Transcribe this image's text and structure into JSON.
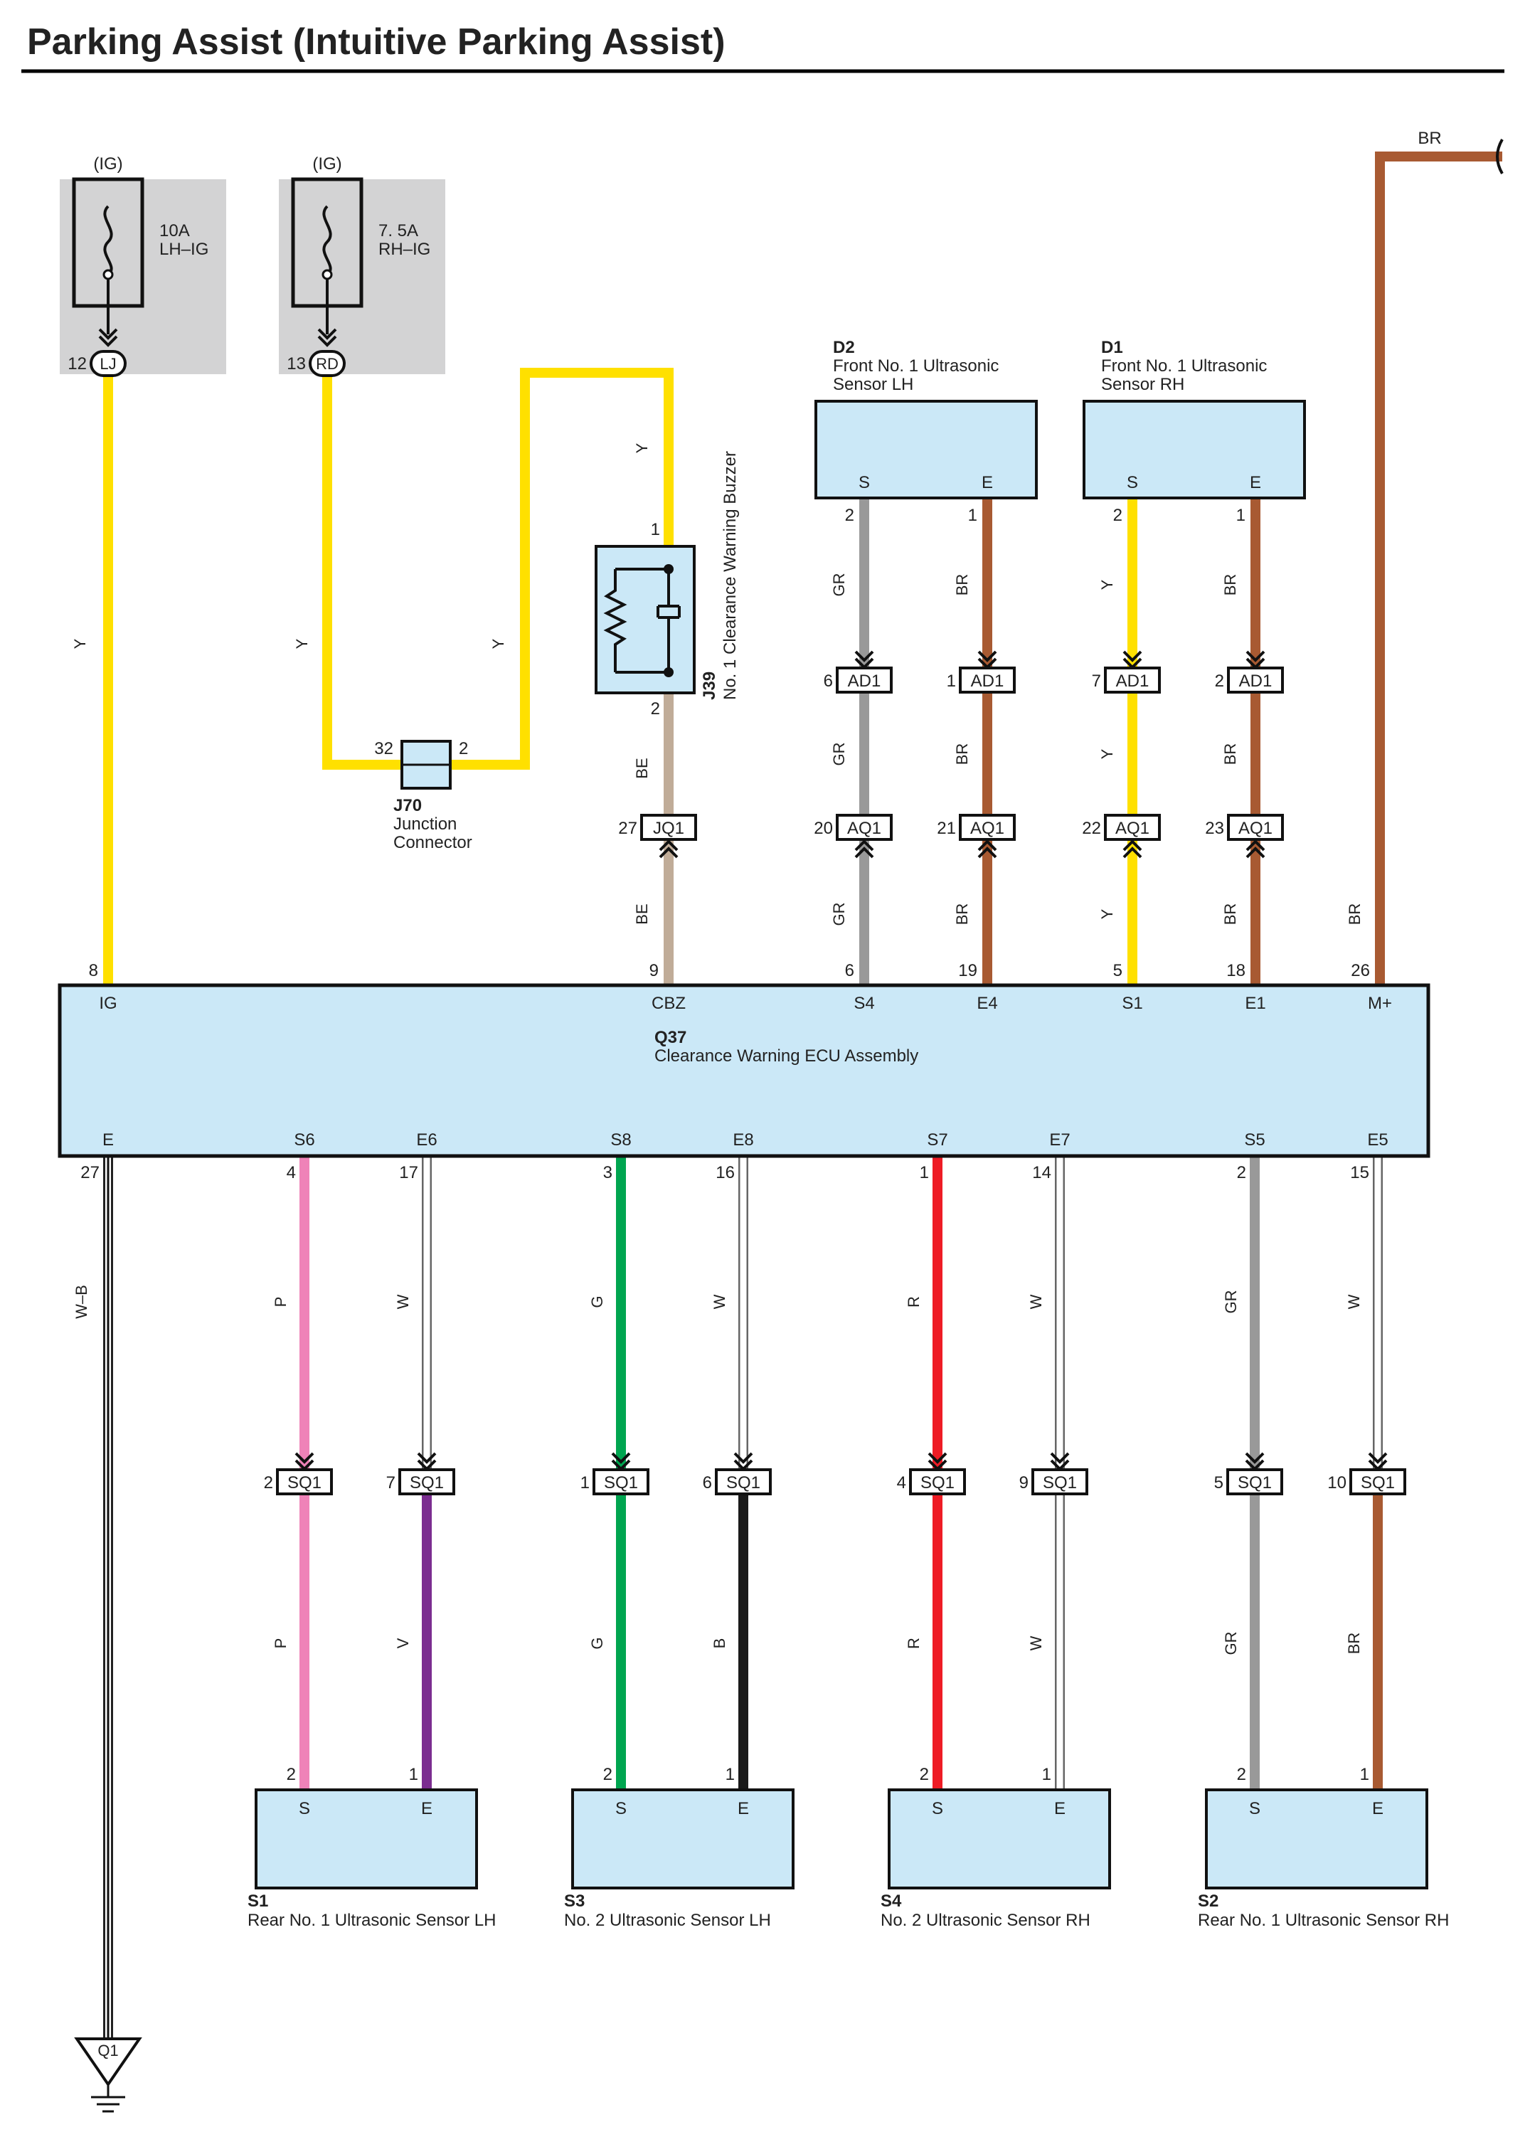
{
  "title": "Parking Assist (Intuitive Parking Assist)",
  "colors": {
    "Y": "#ffe000",
    "BR": "#a85a32",
    "GR": "#999999",
    "BE": "#c0ac98",
    "P": "#ef82b8",
    "W": "#ffffff",
    "G": "#00a550",
    "R": "#ee1c25",
    "B": "#1a1a1a",
    "V": "#7b2d90",
    "box": "#cbe8f7",
    "fuse_bg": "#d3d3d4"
  },
  "fuses": [
    {
      "ig": "(IG)",
      "rating": "10A",
      "name": "LH–IG",
      "pin": "12",
      "conn": "LJ"
    },
    {
      "ig": "(IG)",
      "rating": "7. 5A",
      "name": "RH–IG",
      "pin": "13",
      "conn": "RD"
    }
  ],
  "junction": {
    "id": "J70",
    "name_line1": "Junction",
    "name_line2": "Connector",
    "pin_left": "32",
    "pin_right": "2"
  },
  "buzzer": {
    "id": "J39",
    "name": "No. 1 Clearance Warning Buzzer",
    "pin_top": "1",
    "pin_bottom": "2"
  },
  "buzzer_connector": {
    "pin": "27",
    "conn": "JQ1"
  },
  "front_sensors": [
    {
      "id": "D2",
      "name_line1": "Front No. 1 Ultrasonic",
      "name_line2": "Sensor LH",
      "terminals": [
        {
          "t": "S",
          "pin": "2",
          "wire": "GR",
          "ad_pin": "6",
          "aq_pin": "20",
          "ecu_pin": "6",
          "ecu_term": "S4"
        },
        {
          "t": "E",
          "pin": "1",
          "wire": "BR",
          "ad_pin": "1",
          "aq_pin": "21",
          "ecu_pin": "19",
          "ecu_term": "E4"
        }
      ]
    },
    {
      "id": "D1",
      "name_line1": "Front No. 1 Ultrasonic",
      "name_line2": "Sensor RH",
      "terminals": [
        {
          "t": "S",
          "pin": "2",
          "wire": "Y",
          "ad_pin": "7",
          "aq_pin": "22",
          "ecu_pin": "5",
          "ecu_term": "S1"
        },
        {
          "t": "E",
          "pin": "1",
          "wire": "BR",
          "ad_pin": "2",
          "aq_pin": "23",
          "ecu_pin": "18",
          "ecu_term": "E1"
        }
      ]
    }
  ],
  "ad_conn": "AD1",
  "aq_conn": "AQ1",
  "sq_conn": "SQ1",
  "ecu": {
    "id": "Q37",
    "name": "Clearance Warning ECU Assembly",
    "top_terms": [
      {
        "t": "IG",
        "pin": "8"
      },
      {
        "t": "CBZ",
        "pin": "9"
      },
      {
        "t": "M+",
        "pin": "26"
      }
    ],
    "bottom_terms": [
      {
        "t": "E",
        "pin": "27"
      },
      {
        "t": "S6",
        "pin": "4"
      },
      {
        "t": "E6",
        "pin": "17"
      },
      {
        "t": "S8",
        "pin": "3"
      },
      {
        "t": "E8",
        "pin": "16"
      },
      {
        "t": "S7",
        "pin": "1"
      },
      {
        "t": "E7",
        "pin": "14"
      },
      {
        "t": "S5",
        "pin": "2"
      },
      {
        "t": "E5",
        "pin": "15"
      }
    ]
  },
  "mplus_wire": "BR",
  "ground_wire": "W–B",
  "ground_id": "Q1",
  "rear_sensors": [
    {
      "id": "S1",
      "name": "Rear No.  1 Ultrasonic Sensor LH",
      "s": {
        "wire_top": "P",
        "sq_pin": "2",
        "wire_bot": "P",
        "pin": "2"
      },
      "e": {
        "wire_top": "W",
        "sq_pin": "7",
        "wire_bot": "V",
        "pin": "1"
      }
    },
    {
      "id": "S3",
      "name": "No.  2 Ultrasonic Sensor LH",
      "s": {
        "wire_top": "G",
        "sq_pin": "1",
        "wire_bot": "G",
        "pin": "2"
      },
      "e": {
        "wire_top": "W",
        "sq_pin": "6",
        "wire_bot": "B",
        "pin": "1"
      }
    },
    {
      "id": "S4",
      "name": "No.  2 Ultrasonic Sensor RH",
      "s": {
        "wire_top": "R",
        "sq_pin": "4",
        "wire_bot": "R",
        "pin": "2"
      },
      "e": {
        "wire_top": "W",
        "sq_pin": "9",
        "wire_bot": "W",
        "pin": "1"
      }
    },
    {
      "id": "S2",
      "name": "Rear No.  1 Ultrasonic Sensor RH",
      "s": {
        "wire_top": "GR",
        "sq_pin": "5",
        "wire_bot": "GR",
        "pin": "2"
      },
      "e": {
        "wire_top": "W",
        "sq_pin": "10",
        "wire_bot": "BR",
        "pin": "1"
      }
    }
  ],
  "terminal_letters": {
    "s": "S",
    "e": "E"
  }
}
